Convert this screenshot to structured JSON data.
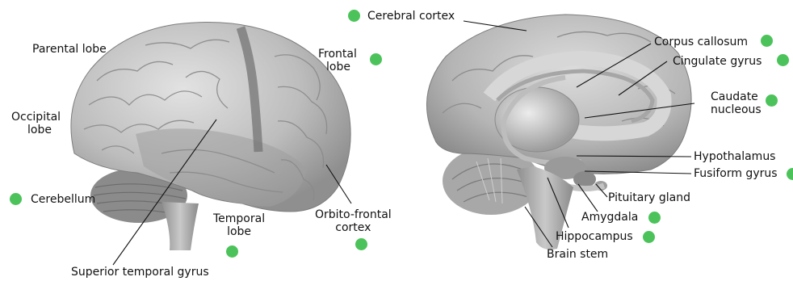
{
  "marker_color": "#4cc35a",
  "labels": {
    "parental_lobe": "Parental lobe",
    "occipital_lobe": [
      "Occipital",
      "lobe"
    ],
    "cerebellum": "Cerebellum",
    "temporal_lobe": [
      "Temporal",
      "lobe"
    ],
    "superior_temporal_gyrus": "Superior temporal gyrus",
    "frontal_lobe": [
      "Frontal",
      "lobe"
    ],
    "orbito_frontal_cortex": [
      "Orbito-frontal",
      "cortex"
    ],
    "cerebral_cortex": "Cerebral cortex",
    "corpus_callosum": "Corpus callosum",
    "cingulate_gyrus": "Cingulate gyrus",
    "caudate_nucleous": [
      "Caudate",
      "nucleous"
    ],
    "hypothalamus": "Hypothalamus",
    "fusiform_gyrus": "Fusiform gyrus",
    "pituitary_gland": "Pituitary gland",
    "amygdala": "Amygdala",
    "hippocampus": "Hippocampus",
    "brain_stem": "Brain stem"
  }
}
